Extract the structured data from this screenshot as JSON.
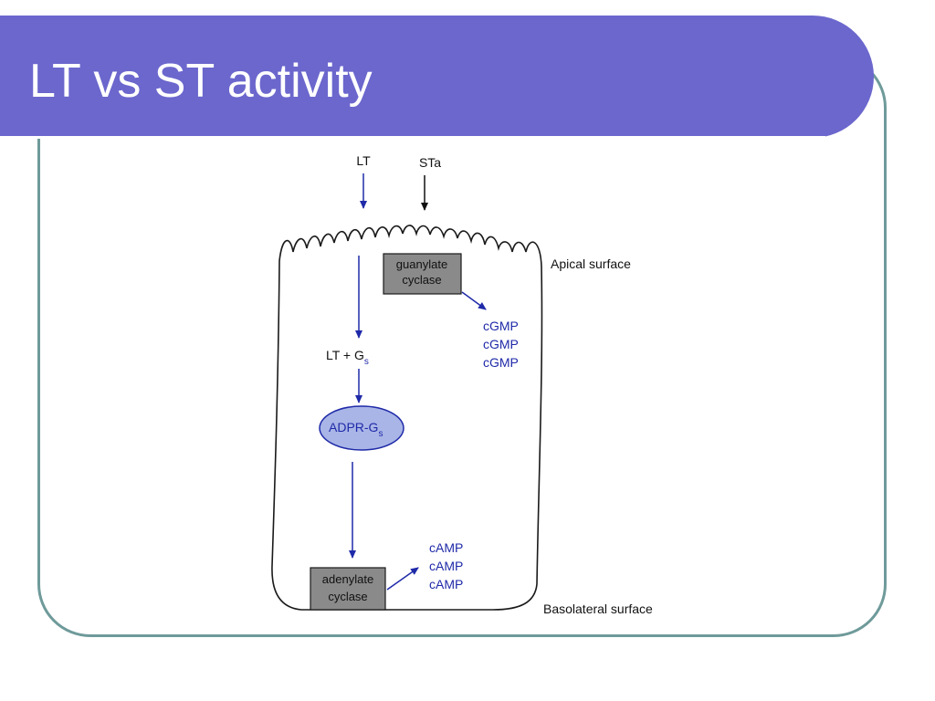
{
  "slide": {
    "title": "LT vs ST activity"
  },
  "diagram": {
    "toxins": {
      "lt": "LT",
      "sta": "STa"
    },
    "surfaces": {
      "apical": "Apical surface",
      "basolateral": "Basolateral surface"
    },
    "guanylate_cyclase": {
      "line1": "guanylate",
      "line2": "cyclase"
    },
    "cgmp": [
      "cGMP",
      "cGMP",
      "cGMP"
    ],
    "lt_gs": {
      "prefix": "LT + G",
      "sub": "s"
    },
    "adpr_gs": {
      "prefix": "ADPR-G",
      "sub": "s"
    },
    "adenylate_cyclase": {
      "line1": "adenylate",
      "line2": "cyclase"
    },
    "camp": [
      "cAMP",
      "cAMP",
      "cAMP"
    ]
  },
  "colors": {
    "title_bar": "#6b67cd",
    "frame_border": "#6f9a9a",
    "pathway_blue": "#1f2aa8",
    "ellipse_fill": "#a9b5e6",
    "enzyme_box_fill": "#8a8a8a"
  }
}
